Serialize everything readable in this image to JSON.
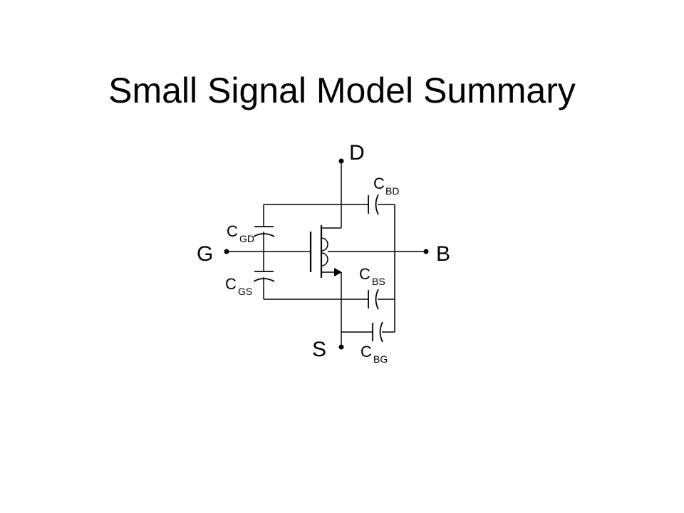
{
  "title": "Small Signal Model Summary",
  "terminals": {
    "drain": "D",
    "gate": "G",
    "bulk": "B",
    "source": "S"
  },
  "capacitors": {
    "cgd": {
      "main": "C",
      "sub": "GD"
    },
    "cgs": {
      "main": "C",
      "sub": "GS"
    },
    "cbd": {
      "main": "C",
      "sub": "BD"
    },
    "cbs": {
      "main": "C",
      "sub": "BS"
    },
    "cbg": {
      "main": "C",
      "sub": "BG"
    }
  },
  "colors": {
    "ink": "#000000",
    "background": "#ffffff"
  }
}
